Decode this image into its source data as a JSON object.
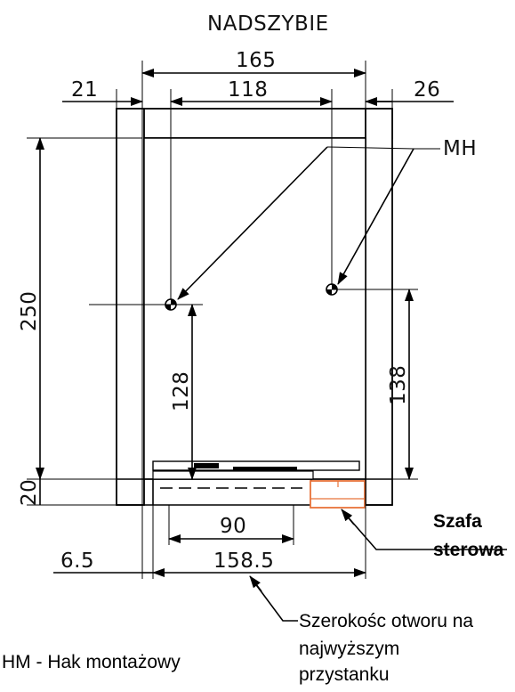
{
  "texts": {
    "top_label": "NADSZYBIE",
    "dim_total_width": "165",
    "dim_left_wall": "21",
    "dim_inner_span": "118",
    "dim_right_wall": "26",
    "dim_height": "250",
    "dim_pit": "20",
    "dim_hook_left": "128",
    "dim_hook_right": "138",
    "dim_door": "90",
    "dim_left_offset": "6.5",
    "dim_opening": "158.5",
    "label_mh": "MH",
    "label_cabinet_line1": "Szafa",
    "label_cabinet_line2": "sterowa",
    "label_opening_line1": "Szerokośc otworu na",
    "label_opening_line2": "najwyższym",
    "label_opening_line3": "przystanku",
    "legend": "HM - Hak montażowy"
  },
  "colors": {
    "line": "#000000",
    "cabinet": "#e8733a"
  }
}
